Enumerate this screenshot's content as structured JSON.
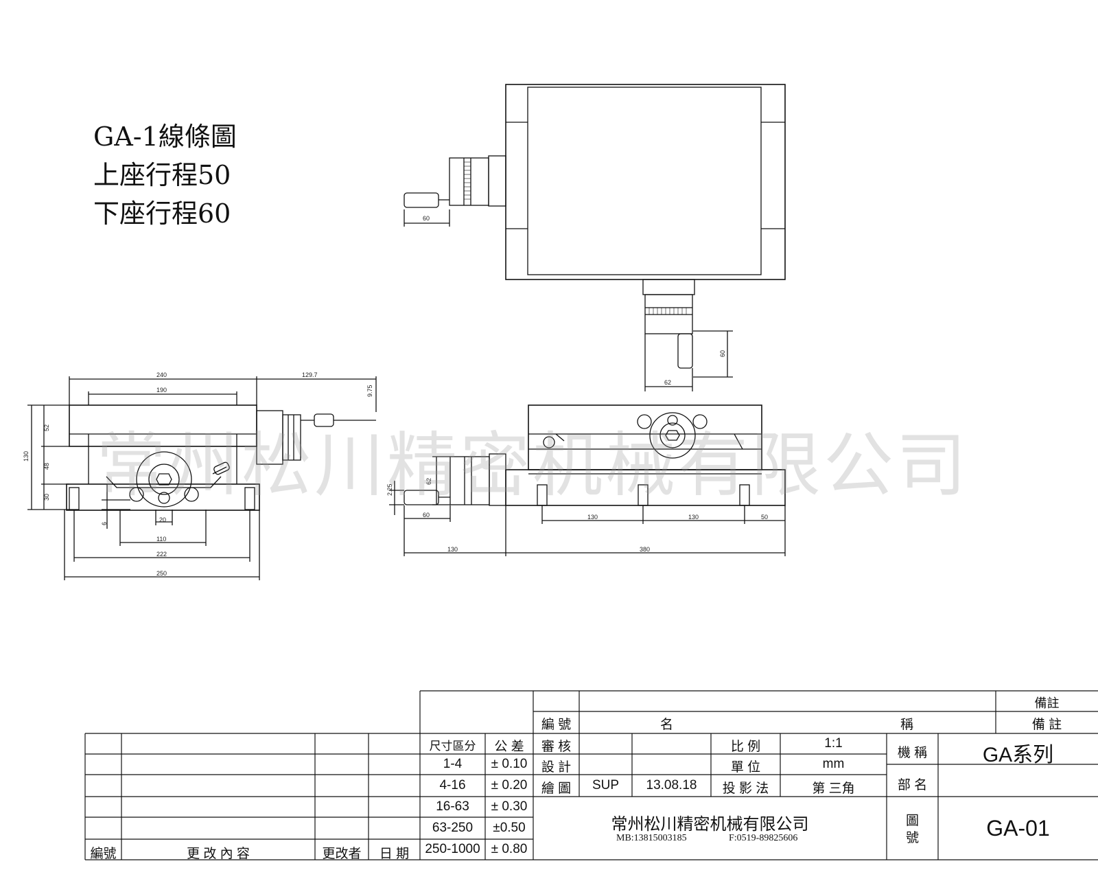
{
  "heading": {
    "line1": "GA-1線條圖",
    "line2": "上座行程50",
    "line3": "下座行程60"
  },
  "watermark": "常州松川精密机械有限公司",
  "dimensions": {
    "top_view_handle": "60",
    "top_view_bottom_handle_height": "60",
    "top_view_bottom_handle_width": "62",
    "end_width_top": "240",
    "end_width_inner": "190",
    "end_handle_reach": "129.7",
    "end_offset": "9.75",
    "end_h_52": "52",
    "end_h_48": "48",
    "end_h_30": "30",
    "end_h_total": "130",
    "end_h_6": "6",
    "end_slot": "20",
    "end_slot_width": "110",
    "end_bolt": "222",
    "end_base": "250",
    "side_handle_h": "62",
    "side_handle_off": "2.25",
    "side_handle_w": "60",
    "side_spacing_1": "130",
    "side_spacing_2": "130",
    "side_spacing_3": "50",
    "side_overhang": "130",
    "side_length": "380"
  },
  "title_block": {
    "remarks_header": "備註",
    "col_number": "編  號",
    "col_name_a": "名",
    "col_name_b": "稱",
    "col_remarks": "備    註",
    "tol_header_a": "尺寸區分",
    "tol_header_b": "公 差",
    "tolerances": [
      {
        "range": "1-4",
        "tol": "± 0.10"
      },
      {
        "range": "4-16",
        "tol": "± 0.20"
      },
      {
        "range": "16-63",
        "tol": "± 0.30"
      },
      {
        "range": "63-250",
        "tol": "±0.50"
      },
      {
        "range": "250-1000",
        "tol": "± 0.80"
      }
    ],
    "review": "審 核",
    "design": "設 計",
    "drawn": "繪 圖",
    "drawn_by": "SUP",
    "drawn_date": "13.08.18",
    "scale_label": "比     例",
    "scale_value": "1:1",
    "unit_label": "單     位",
    "unit_value": "mm",
    "projection_label": "投 影 法",
    "projection_value": "第 三角",
    "machine_label": "機 稱",
    "machine_value": "GA系列",
    "part_label": "部 名",
    "drawing_no_label_a": "圖",
    "drawing_no_label_b": "號",
    "drawing_no": "GA-01",
    "company": "常州松川精密机械有限公司",
    "mobile": "MB:13815003185",
    "fax": "F:0519-89825606",
    "change_no": "編號",
    "change_content": "更 改 內 容",
    "changed_by": "更改者",
    "change_date": "日  期"
  }
}
